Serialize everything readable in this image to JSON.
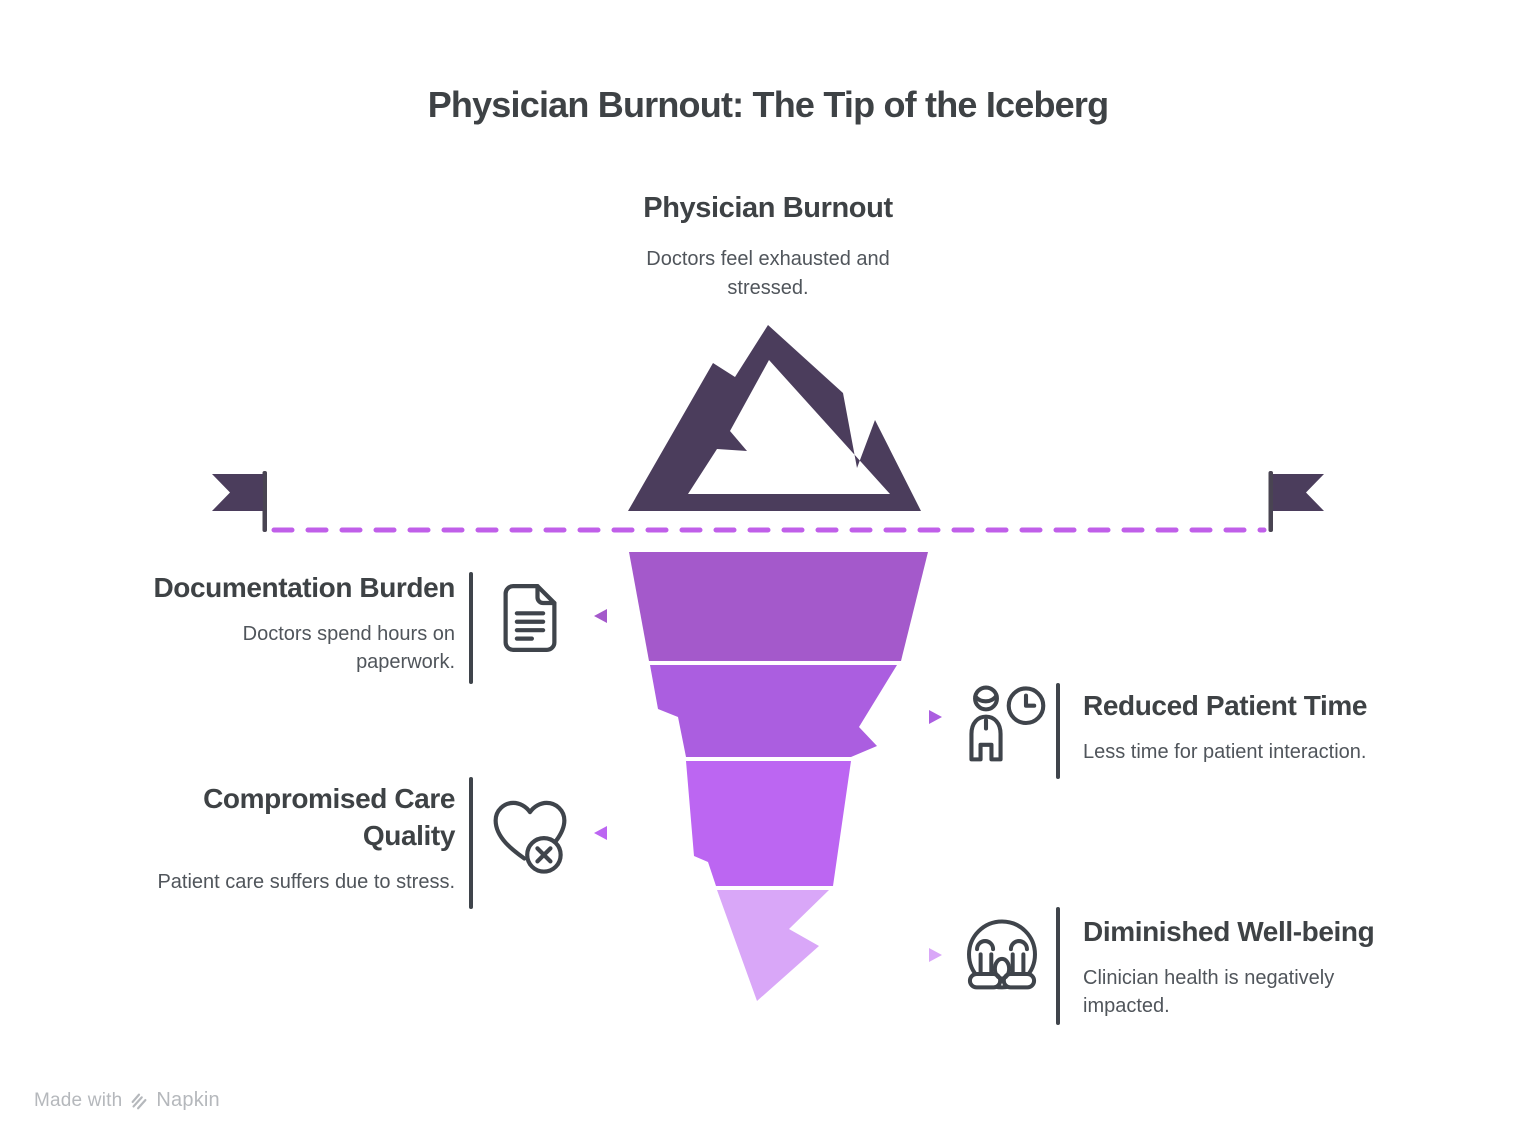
{
  "title": "Physician Burnout: The Tip of the Iceberg",
  "tip": {
    "heading": "Physician Burnout",
    "description": "Doctors feel exhausted and stressed."
  },
  "items": [
    {
      "side": "left",
      "heading": "Documentation Burden",
      "description": "Doctors spend hours on paperwork.",
      "icon": "document-icon"
    },
    {
      "side": "right",
      "heading": "Reduced Patient Time",
      "description": "Less time for patient interaction.",
      "icon": "person-clock-icon"
    },
    {
      "side": "left",
      "heading": "Compromised Care Quality",
      "description": "Patient care suffers due to stress.",
      "icon": "heart-x-icon"
    },
    {
      "side": "right",
      "heading": "Diminished Well-being",
      "description": "Clinician health is negatively impacted.",
      "icon": "crying-face-icon"
    }
  ],
  "footer": {
    "text": "Made with",
    "brand": "Napkin"
  },
  "colors": {
    "ink-heading": "#3e4245",
    "ink-body": "#50555b",
    "icon-stroke": "#3f444b",
    "divider": "#3f444b",
    "mountain": "#4b3d5c",
    "flag": "#4b3d5c",
    "pole": "#494452",
    "waterline": "#c05fe9",
    "seg1": "#a459cb",
    "seg2": "#ab5ee0",
    "seg3": "#bc66f2",
    "seg4": "#d9a7f8",
    "footer-text": "#b5b8bc"
  }
}
